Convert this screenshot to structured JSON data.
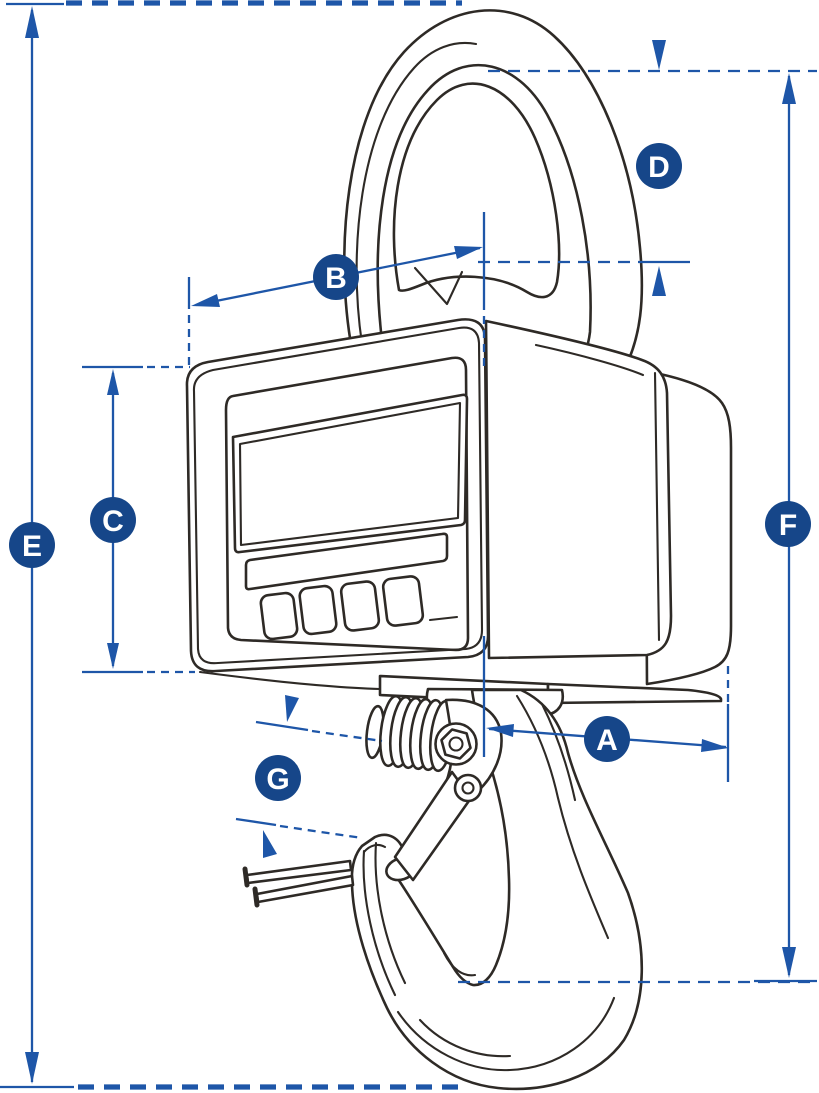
{
  "diagram": {
    "dims": {
      "a": {
        "label": "A"
      },
      "b": {
        "label": "B"
      },
      "c": {
        "label": "C"
      },
      "d": {
        "label": "D"
      },
      "e": {
        "label": "E"
      },
      "f": {
        "label": "F"
      },
      "g": {
        "label": "G"
      }
    },
    "colors": {
      "dimension_line_blue": "#1e56a8",
      "label_badge_blue": "#164689",
      "drawing_ink": "#2e2a26",
      "background": "#ffffff"
    }
  }
}
